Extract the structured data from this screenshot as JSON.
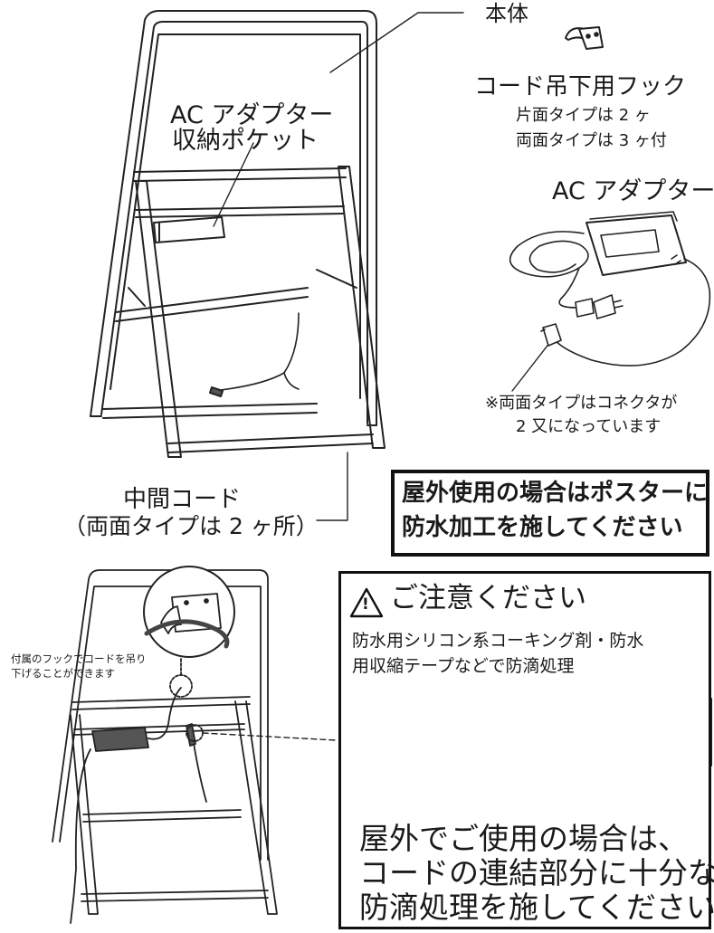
{
  "labels": {
    "body": "本体",
    "hook_title": "コード吊下用フック",
    "hook_single": "片面タイプは 2 ヶ",
    "hook_double": "両面タイプは 3 ヶ付",
    "adapter_title": "AC アダプター",
    "adapter_note_1": "※両面タイプはコネクタが",
    "adapter_note_2": "2 又になっています",
    "pocket_1": "AC アダプター",
    "pocket_2": "収納ポケット",
    "mid_cord_1": "中間コード",
    "mid_cord_2": "（両面タイプは 2 ヶ所）",
    "hook_usage_1": "付属のフックでコードを吊り",
    "hook_usage_2": "下げることができます"
  },
  "notice": {
    "line1": "屋外使用の場合はポスターに",
    "line2": "防水加工を施してください"
  },
  "caution": {
    "icon_glyph": "!",
    "title": "ご注意ください",
    "desc1": "防水用シリコン系コーキング剤・防水",
    "desc2": "用収縮テープなどで防滴処理",
    "big1": "屋外でご使用の場合は、",
    "big2": "コードの連結部分に十分な",
    "big3": "防滴処理を施してください"
  }
}
